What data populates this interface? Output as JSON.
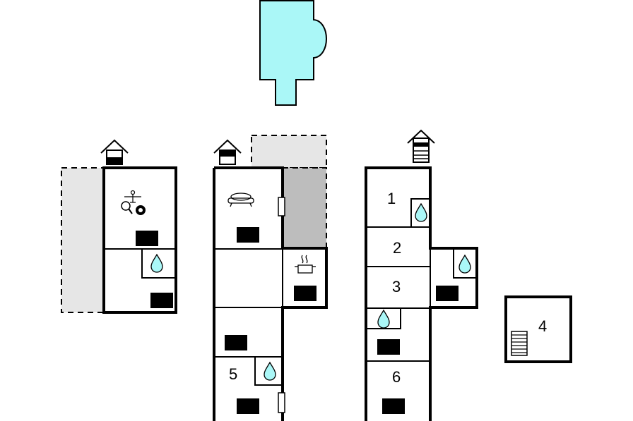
{
  "rooms": {
    "r1": "1",
    "r2": "2",
    "r3": "3",
    "r4": "4",
    "r5": "5",
    "r6": "6"
  },
  "icons": {
    "entrance": "house-entrance-icon",
    "stairs": "stairs-icon",
    "radiator": "radiator-icon",
    "water": "water-drop-icon",
    "sofa": "sofa-icon",
    "cooking": "cooking-pot-icon",
    "billiard": "billiard-ball-icon",
    "table_tennis": "table-tennis-icon",
    "table_football": "table-football-icon",
    "window": "window-icon"
  },
  "colors": {
    "pool": "#aaf7f7",
    "terrace": "#e6e6e6",
    "covered_terrace": "#bdbdbd",
    "walls": "#000000"
  }
}
